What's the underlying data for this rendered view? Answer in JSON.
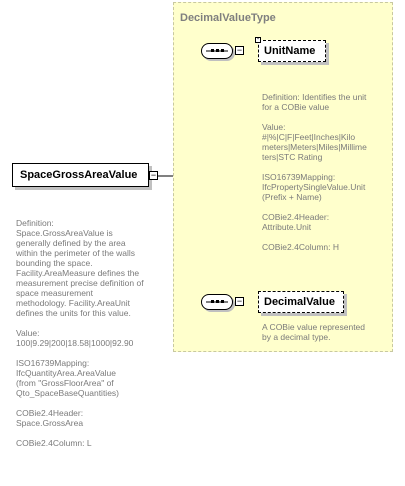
{
  "root": {
    "label": "SpaceGrossAreaValue"
  },
  "root_doc": "Definition:\nSpace.GrossAreaValue is\ngenerally defined by the area\nwithin the perimeter of the walls\nbounding the space.\nFacility.AreaMeasure defines the\nmeasurement precise definition of\nspace measurement\nmethodology.  Facility.AreaUnit\ndefines the units for this value.\n\nValue:\n100|9.29|200|18.58|1000|92.90\n\nISO16739Mapping:\nIfcQuantityArea.AreaValue\n(from \"GrossFloorArea\" of\nQto_SpaceBaseQuantities)\n\nCOBie2.4Header:\nSpace.GrossArea\n\nCOBie2.4Column:  L",
  "type": {
    "title": "DecimalValueType"
  },
  "unit_name": {
    "label": "UnitName",
    "doc": "Definition:  Identifies the unit\nfor a COBie value\n\nValue:\n#|%|C|F|Feet|Inches|Kilo\nmeters|Meters|Miles|Millime\nters|STC Rating\n\nISO16739Mapping:\nIfcPropertySingleValue.Unit\n(Prefix + Name)\n\nCOBie2.4Header:\nAttribute.Unit\n\nCOBie2.4Column:  H"
  },
  "decimal_value": {
    "label": "DecimalValue",
    "doc": "A COBie value represented\nby a decimal type."
  }
}
